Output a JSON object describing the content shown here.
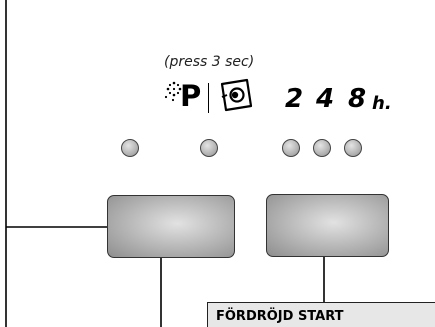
{
  "panel": {
    "hint": "(press 3 sec)",
    "program_icon_letter": "P",
    "program_icon": "sparkle-p-icon",
    "camera_icon": "camera-icon",
    "hours": [
      "2",
      "4",
      "8"
    ],
    "hours_unit": "h.",
    "indicator_count": 5
  },
  "buttons": {
    "left": "program-select-button",
    "right": "delay-start-button"
  },
  "labels": {
    "delay_start": "FÖRDRÖJD START"
  },
  "colors": {
    "button_center": "#e2e2e2",
    "button_edge": "#8e8e8e",
    "led": "#b7b7b7",
    "label_bg": "#e7e7e7"
  }
}
